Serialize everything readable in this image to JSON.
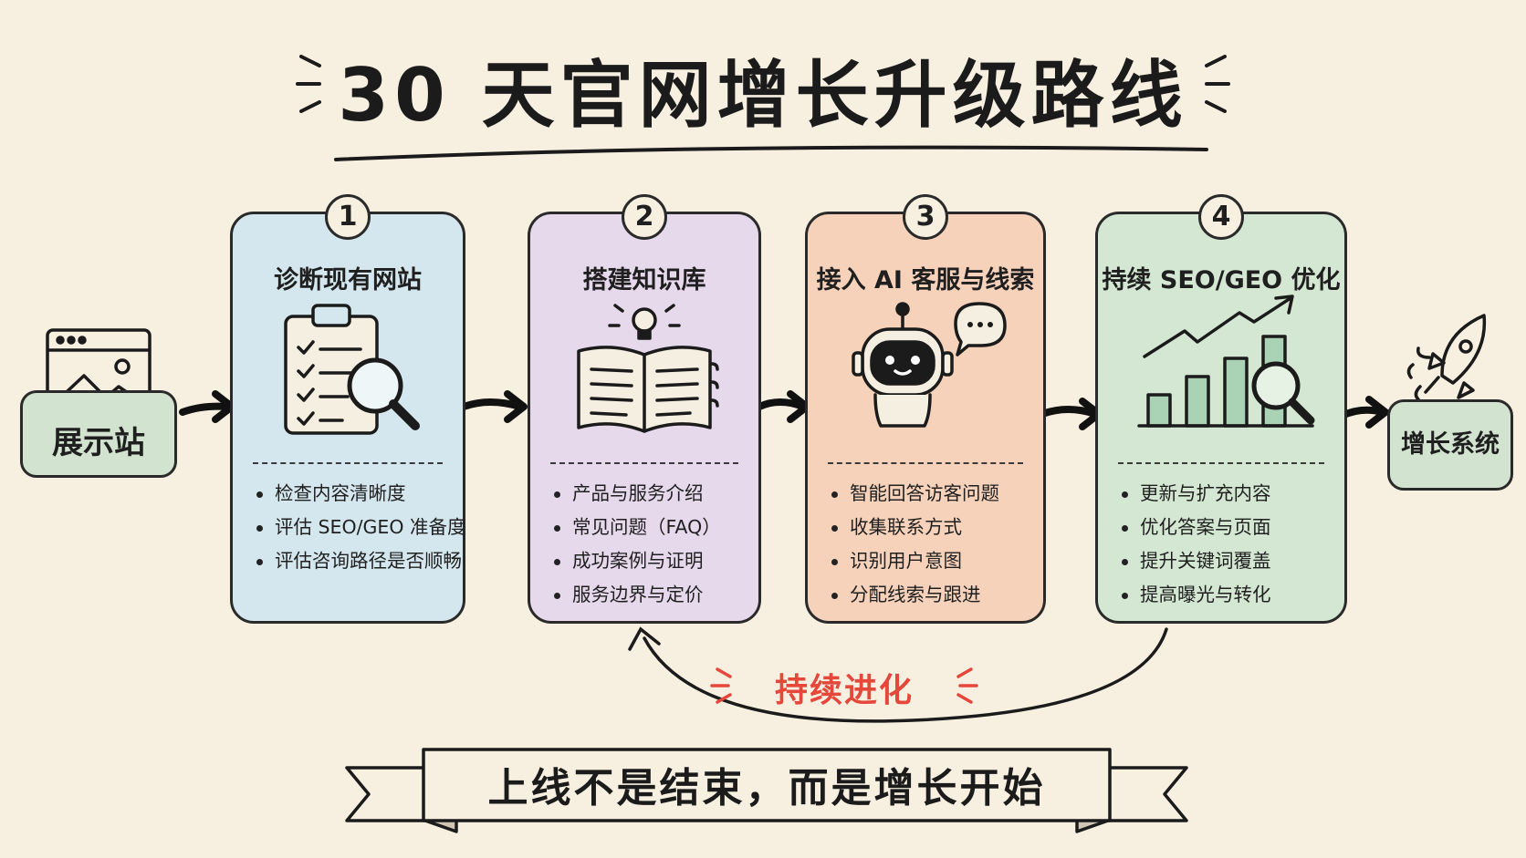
{
  "title": "30 天官网增长升级路线",
  "start_label": "展示站",
  "end_label": "增长系统",
  "loop_label": "持续进化",
  "banner_text": "上线不是结束，而是增长开始",
  "colors": {
    "background": "#f7f0e1",
    "card_1": "#d5e7ee",
    "card_2": "#e6d9ec",
    "card_3": "#f6d2bb",
    "card_4": "#d3e7d2",
    "accent_red": "#e5473a",
    "ink": "#2a2a2a"
  },
  "steps": [
    {
      "number": "1",
      "title": "诊断现有网站",
      "icon": "clipboard-magnifier-icon",
      "items": [
        "检查内容清晰度",
        "评估 SEO/GEO 准备度",
        "评估咨询路径是否顺畅"
      ]
    },
    {
      "number": "2",
      "title": "搭建知识库",
      "icon": "open-book-lightbulb-icon",
      "items": [
        "产品与服务介绍",
        "常见问题（FAQ）",
        "成功案例与证明",
        "服务边界与定价"
      ]
    },
    {
      "number": "3",
      "title": "接入 AI 客服与线索",
      "icon": "robot-chat-icon",
      "items": [
        "智能回答访客问题",
        "收集联系方式",
        "识别用户意图",
        "分配线索与跟进"
      ]
    },
    {
      "number": "4",
      "title": "持续 SEO/GEO 优化",
      "icon": "growth-chart-magnifier-icon",
      "items": [
        "更新与扩充内容",
        "优化答案与页面",
        "提升关键词覆盖",
        "提高曝光与转化"
      ]
    }
  ]
}
